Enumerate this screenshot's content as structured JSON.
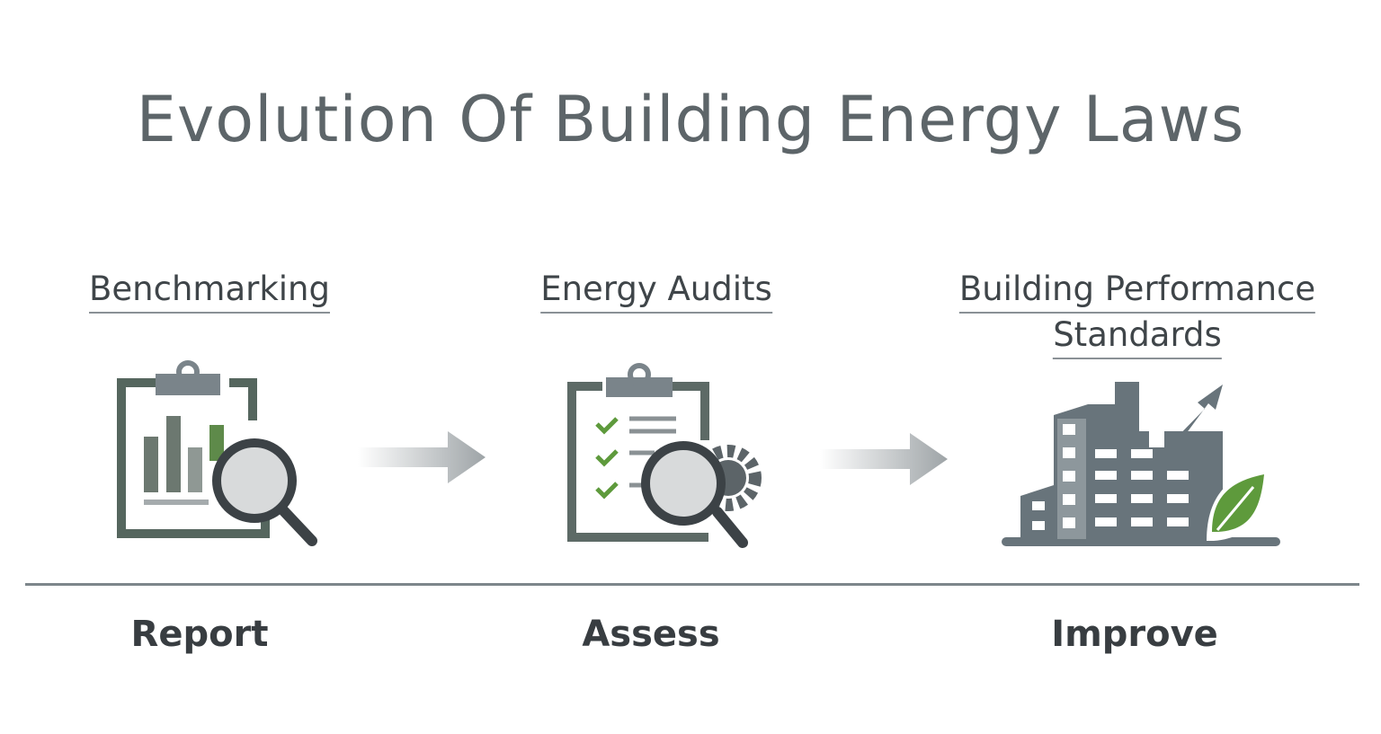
{
  "title": "Evolution Of Building Energy Laws",
  "stages": [
    {
      "heading": "Benchmarking",
      "label": "Report",
      "icon": "clipboard-chart-magnifier-icon"
    },
    {
      "heading": "Energy Audits",
      "label": "Assess",
      "icon": "checklist-magnifier-gear-icon"
    },
    {
      "heading_line1": "Building Performance",
      "heading_line2": "Standards",
      "label": "Improve",
      "icon": "building-growth-leaf-icon"
    }
  ],
  "colors": {
    "gray": "#68747b",
    "dark": "#3c4246",
    "green": "#5e9a3c",
    "clip": "#55665e"
  }
}
